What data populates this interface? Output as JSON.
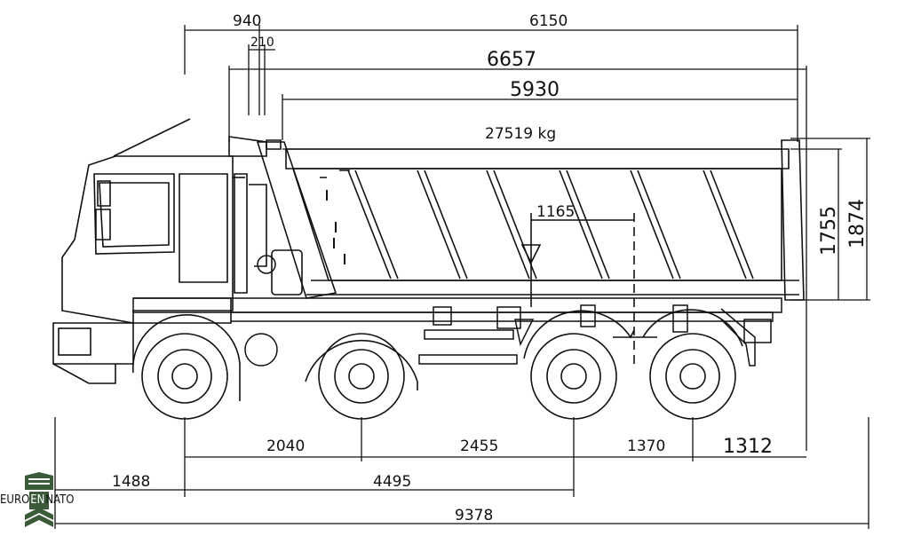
{
  "dimensions": {
    "d940": "940",
    "d210": "210",
    "d6150": "6150",
    "d6657": "6657",
    "d5930": "5930",
    "weight": "27519 kg",
    "d1165": "1165",
    "d1755": "1755",
    "d1874": "1874",
    "d2040": "2040",
    "d2455": "2455",
    "d1370": "1370",
    "d1312": "1312",
    "d1488": "1488",
    "d4495": "4495",
    "d9378": "9378"
  },
  "watermark": {
    "left": "EURO",
    "mid": "EN",
    "right": "NATO"
  },
  "colors": {
    "line": "#111111",
    "background": "#ffffff",
    "watermark_green": "#3a5a3a"
  }
}
